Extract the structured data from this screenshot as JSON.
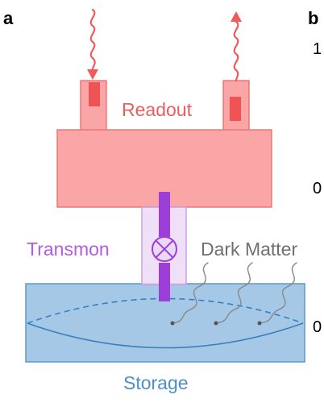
{
  "panel_labels": {
    "a": "a",
    "b": "b"
  },
  "edge_ticks": [
    "1",
    "0",
    "0"
  ],
  "labels": {
    "readout": "Readout",
    "transmon": "Transmon",
    "dark_matter": "Dark Matter",
    "storage": "Storage"
  },
  "colors": {
    "readout_fill": "#fba6a6",
    "readout_stroke": "#ee6f6f",
    "readout_text": "#ec5d5d",
    "signal_line": "#ef5a5a",
    "port_inner": "#ef5353",
    "transmon_fill": "#ecd9f6",
    "transmon_stroke": "#c79be0",
    "transmon_bar": "#9b3fd8",
    "transmon_text": "#b05de3",
    "dark_matter_text": "#6f6f6f",
    "dark_matter_line": "#888888",
    "storage_fill": "#a4c8e6",
    "storage_stroke": "#5b98c9",
    "storage_text": "#4d8fc6",
    "mode_line": "#3a7fbe"
  }
}
